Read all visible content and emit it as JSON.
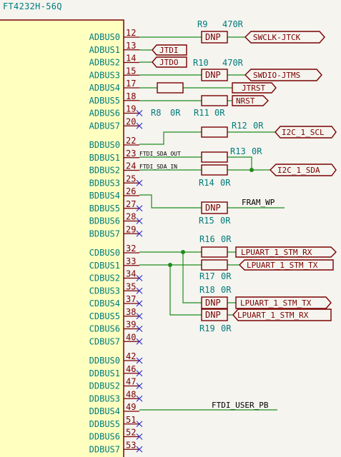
{
  "component": {
    "title": "FT4232H-56Q"
  },
  "pins": [
    {
      "name": "ADBUS0",
      "num": "12"
    },
    {
      "name": "ADBUS1",
      "num": "13"
    },
    {
      "name": "ADBUS2",
      "num": "14"
    },
    {
      "name": "ADBUS3",
      "num": "15"
    },
    {
      "name": "ADBUS4",
      "num": "17"
    },
    {
      "name": "ADBUS5",
      "num": "18"
    },
    {
      "name": "ADBUS6",
      "num": "19"
    },
    {
      "name": "ADBUS7",
      "num": "20"
    },
    {
      "name": "BDBUS0",
      "num": "22"
    },
    {
      "name": "BDBUS1",
      "num": "23"
    },
    {
      "name": "BDBUS2",
      "num": "24"
    },
    {
      "name": "BDBUS3",
      "num": "25"
    },
    {
      "name": "BDBUS4",
      "num": "26"
    },
    {
      "name": "BDBUS5",
      "num": "27"
    },
    {
      "name": "BDBUS6",
      "num": "28"
    },
    {
      "name": "BDBUS7",
      "num": "29"
    },
    {
      "name": "CDBUS0",
      "num": "32"
    },
    {
      "name": "CDBUS1",
      "num": "33"
    },
    {
      "name": "CDBUS2",
      "num": "34"
    },
    {
      "name": "CDBUS3",
      "num": "35"
    },
    {
      "name": "CDBUS4",
      "num": "37"
    },
    {
      "name": "CDBUS5",
      "num": "38"
    },
    {
      "name": "CDBUS6",
      "num": "39"
    },
    {
      "name": "CDBUS7",
      "num": "40"
    },
    {
      "name": "DDBUS0",
      "num": "42"
    },
    {
      "name": "DDBUS1",
      "num": "46"
    },
    {
      "name": "DDBUS2",
      "num": "47"
    },
    {
      "name": "DDBUS3",
      "num": "48"
    },
    {
      "name": "DDBUS4",
      "num": "49"
    },
    {
      "name": "DDBUS5",
      "num": "51"
    },
    {
      "name": "DDBUS6",
      "num": "52"
    },
    {
      "name": "DDBUS7",
      "num": "53"
    }
  ],
  "refs": {
    "r9": "R9",
    "r9v": "470R",
    "r10": "R10",
    "r10v": "470R",
    "r8": "R8",
    "r8v": "0R",
    "r11": "R11",
    "r11v": "0R",
    "r12": "R12",
    "r12v": "0R",
    "r13": "R13",
    "r13v": "0R",
    "r14": "R14",
    "r14v": "0R",
    "r15": "R15",
    "r15v": "0R",
    "r16": "R16",
    "r16v": "0R",
    "r17": "R17",
    "r17v": "0R",
    "r18": "R18",
    "r18v": "0R",
    "r19": "R19",
    "r19v": "0R"
  },
  "dnp": "DNP",
  "labels": {
    "swclk": "SWCLK-JTCK",
    "jtdi": "JTDI",
    "jtdo": "JTDO",
    "swdio": "SWDIO-JTMS",
    "jtrst": "JTRST",
    "nrst": "NRST",
    "i2c_scl": "I2C_1_SCL",
    "i2c_sda": "I2C_1_SDA",
    "lp_rx1": "LPUART_1_STM_RX",
    "lp_tx1": "LPUART_1_STM_TX",
    "lp_tx2": "LPUART_1_STM_TX",
    "lp_rx2": "LPUART_1_STM_RX"
  },
  "nets": {
    "sda_out": "FTDI_SDA_OUT",
    "sda_in": "FTDI_SDA_IN",
    "fram": "FRAM_WP",
    "user_pb": "FTDI_USER_PB"
  },
  "colors": {
    "symbol_text": "#007c7c",
    "pin": "#7a0000",
    "wire": "#1e8c1e",
    "no_connect": "#2a2ad0",
    "symbol_fill": "#ffffc0"
  }
}
